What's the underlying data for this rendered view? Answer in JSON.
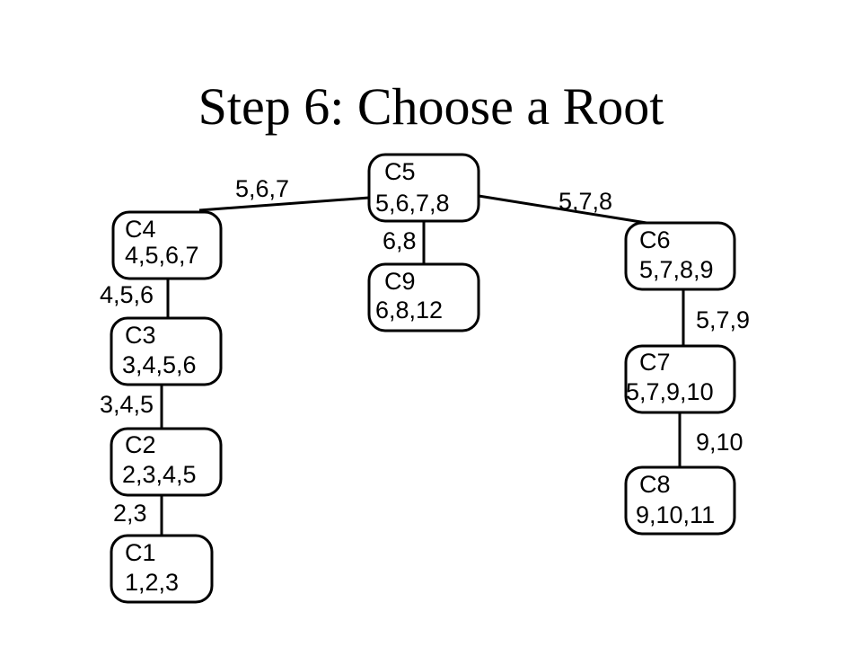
{
  "title": "Step 6: Choose a Root",
  "colors": {
    "stroke": "#000000",
    "background": "#ffffff",
    "text": "#000000"
  },
  "nodes": [
    {
      "id": "C5",
      "name": "C5",
      "vars": "5,6,7,8"
    },
    {
      "id": "C4",
      "name": "C4",
      "vars": "4,5,6,7"
    },
    {
      "id": "C9",
      "name": "C9",
      "vars": "6,8,12"
    },
    {
      "id": "C6",
      "name": "C6",
      "vars": "5,7,8,9"
    },
    {
      "id": "C3",
      "name": "C3",
      "vars": "3,4,5,6"
    },
    {
      "id": "C7",
      "name": "C7",
      "vars": "5,7,9,10"
    },
    {
      "id": "C2",
      "name": "C2",
      "vars": "2,3,4,5"
    },
    {
      "id": "C8",
      "name": "C8",
      "vars": "9,10,11"
    },
    {
      "id": "C1",
      "name": "C1",
      "vars": "1,2,3"
    }
  ],
  "edges": [
    {
      "from": "C5",
      "to": "C4",
      "label": "5,6,7"
    },
    {
      "from": "C5",
      "to": "C9",
      "label": "6,8"
    },
    {
      "from": "C5",
      "to": "C6",
      "label": "5,7,8"
    },
    {
      "from": "C4",
      "to": "C3",
      "label": "4,5,6"
    },
    {
      "from": "C3",
      "to": "C2",
      "label": "3,4,5"
    },
    {
      "from": "C2",
      "to": "C1",
      "label": "2,3"
    },
    {
      "from": "C6",
      "to": "C7",
      "label": "5,7,9"
    },
    {
      "from": "C7",
      "to": "C8",
      "label": "9,10"
    }
  ]
}
